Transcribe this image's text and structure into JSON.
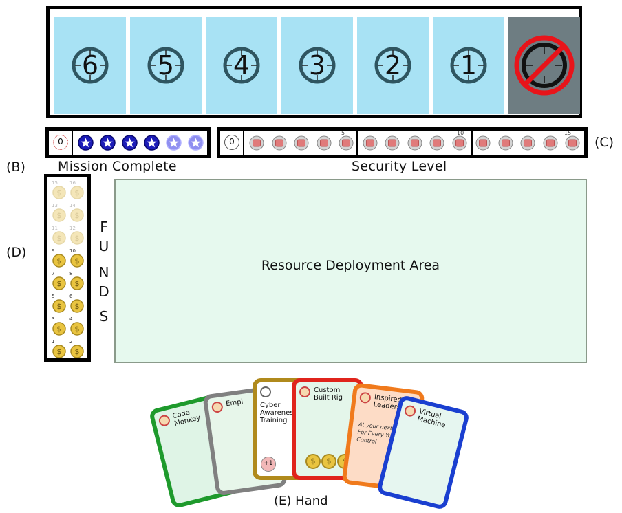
{
  "turn_track": {
    "slots": [
      "6",
      "5",
      "4",
      "3",
      "2",
      "1"
    ],
    "final_slot_icon": "no-timer-icon"
  },
  "labels": {
    "b": "(B)",
    "c": "(C)",
    "d": "(D)",
    "e_hand": "(E) Hand"
  },
  "mission": {
    "title": "Mission Complete",
    "start_value": "0",
    "star_tokens": 6
  },
  "security": {
    "title": "Security Level",
    "start_value": "0",
    "markers": [
      "5",
      "10",
      "15"
    ],
    "tokens": 15
  },
  "funds": {
    "letters": [
      "F",
      "U",
      "N",
      "D",
      "S"
    ],
    "coins": [
      [
        "15",
        "16"
      ],
      [
        "13",
        "14"
      ],
      [
        "11",
        "12"
      ],
      [
        "9",
        "10"
      ],
      [
        "7",
        "8"
      ],
      [
        "5",
        "6"
      ],
      [
        "3",
        "4"
      ],
      [
        "1",
        "2"
      ]
    ],
    "coin_symbol": "$"
  },
  "resource_area": {
    "label": "Resource Deployment Area"
  },
  "hand": {
    "cards": [
      {
        "title": "Code Monkey",
        "color": "#1e9a2c",
        "bg": "#dff4e6"
      },
      {
        "title": "Empl",
        "color": "#808080",
        "bg": "#e7f6ea"
      },
      {
        "title": "Cyber Awareness Training",
        "color": "#b08a1c",
        "bg": "#ffffff",
        "badge": "+1"
      },
      {
        "title": "Custom Built Rig",
        "color": "#e0241c",
        "bg": "#e4f6ea",
        "coins": "$$$"
      },
      {
        "title": "Inspired Leadership",
        "color": "#f07a1c",
        "bg": "#fddcc6",
        "text": "At your next turn For Every You Control"
      },
      {
        "title": "Virtual Machine",
        "color": "#1a3fd0",
        "bg": "#e6f6f0"
      }
    ]
  }
}
